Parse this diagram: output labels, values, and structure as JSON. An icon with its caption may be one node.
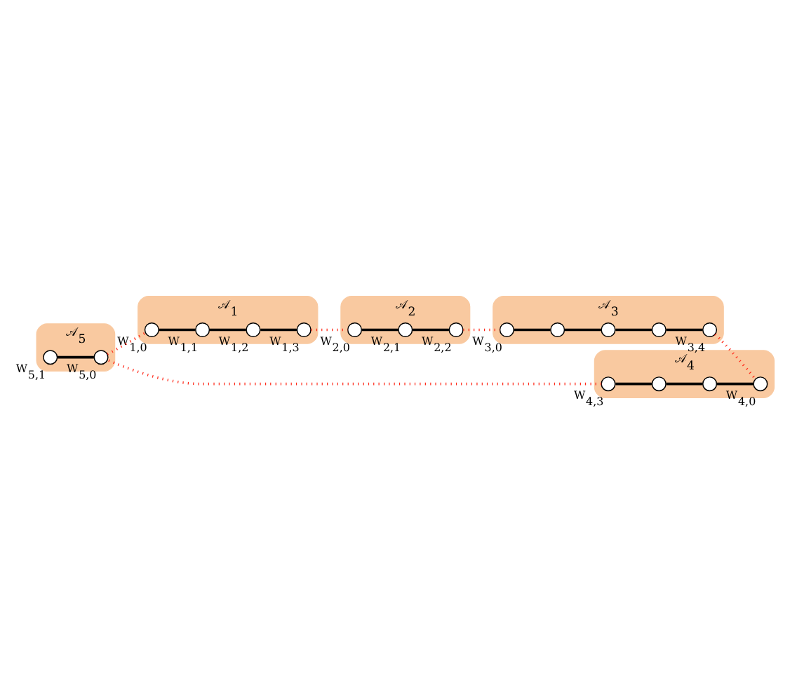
{
  "diagram": {
    "nodes": [
      {
        "text": [
          "𝒜$_{1}$"
        ]
      },
      {
        "text": [],
        "shape": "circle",
        "in": 0,
        "beside": [
          "W$_{1,0}$"
        ]
      },
      {
        "text": [],
        "shape": "circle",
        "in": 0,
        "beside": [
          "W$_{1,1}$"
        ]
      },
      {
        "text": [],
        "shape": "circle",
        "in": 0,
        "beside": [
          "W$_{1,2}$"
        ]
      },
      {
        "text": [],
        "shape": "circle",
        "in": 0,
        "beside": [
          "W$_{1,3}$"
        ]
      },
      {
        "text": [
          "𝒜$_{2}$"
        ]
      },
      {
        "text": [],
        "shape": "circle",
        "in": 5,
        "beside": [
          "W$_{2,0}$"
        ]
      },
      {
        "text": [],
        "shape": "circle",
        "in": 5,
        "beside": [
          "W$_{2,1}$"
        ]
      },
      {
        "text": [],
        "shape": "circle",
        "in": 5,
        "beside": [
          "W$_{2,2}$"
        ]
      },
      {
        "text": [
          "𝒜$_{3}$"
        ]
      },
      {
        "text": [],
        "shape": "circle",
        "in": 9,
        "beside": [
          "W$_{3,0}$"
        ]
      },
      {
        "text": [],
        "shape": "circle",
        "in": 9
      },
      {
        "text": [],
        "shape": "circle",
        "in": 9
      },
      {
        "text": [],
        "shape": "circle",
        "in": 9
      },
      {
        "text": [],
        "shape": "circle",
        "in": 9,
        "beside": [
          "W$_{3,4}$"
        ]
      },
      {
        "text": [
          "𝒜$_{4}$"
        ]
      },
      {
        "text": [],
        "shape": "circle",
        "in": 15,
        "beside": [
          "W$_{4,3}$"
        ]
      },
      {
        "text": [],
        "shape": "circle",
        "in": 15
      },
      {
        "text": [],
        "shape": "circle",
        "in": 15
      },
      {
        "text": [],
        "shape": "circle",
        "in": 15,
        "beside": [
          "W$_{4,0}$"
        ]
      },
      {
        "text": [
          "𝒜$_{5}$"
        ]
      },
      {
        "text": [],
        "shape": "circle",
        "in": 20,
        "beside": [
          "W$_{5,1}$"
        ]
      },
      {
        "text": [],
        "shape": "circle",
        "in": 20,
        "beside": [
          "W$_{5,0}$"
        ]
      }
    ],
    "edges": [
      {
        "from": 1,
        "to": 2,
        "arrow": "none"
      },
      {
        "from": 2,
        "to": 3,
        "arrow": "none"
      },
      {
        "from": 3,
        "to": 4,
        "arrow": "none"
      },
      {
        "from": 6,
        "to": 7,
        "arrow": "none"
      },
      {
        "from": 7,
        "to": 8,
        "arrow": "none"
      },
      {
        "from": 10,
        "to": 11,
        "arrow": "none"
      },
      {
        "from": 11,
        "to": 12,
        "arrow": "none"
      },
      {
        "from": 12,
        "to": 13,
        "arrow": "none"
      },
      {
        "from": 13,
        "to": 14,
        "arrow": "none"
      },
      {
        "from": 16,
        "to": 17,
        "arrow": "none"
      },
      {
        "from": 17,
        "to": 18,
        "arrow": "none"
      },
      {
        "from": 18,
        "to": 19,
        "arrow": "none"
      },
      {
        "from": 21,
        "to": 22,
        "arrow": "none"
      },
      {
        "from": 4,
        "to": 6,
        "arrow": "none",
        "style": "dashed",
        "color": "#ff2a1a"
      },
      {
        "from": 8,
        "to": 10,
        "arrow": "none",
        "style": "dashed",
        "color": "#ff2a1a"
      },
      {
        "from": 14,
        "to": 19,
        "arrow": "none",
        "style": "dashed",
        "color": "#ff2a1a"
      },
      {
        "from": 16,
        "to": 22,
        "arrow": "none",
        "style": "dashed",
        "color": "#ff2a1a"
      },
      {
        "from": 22,
        "to": 1,
        "arrow": "none",
        "style": "dashed",
        "color": "#ff2a1a"
      }
    ]
  }
}
